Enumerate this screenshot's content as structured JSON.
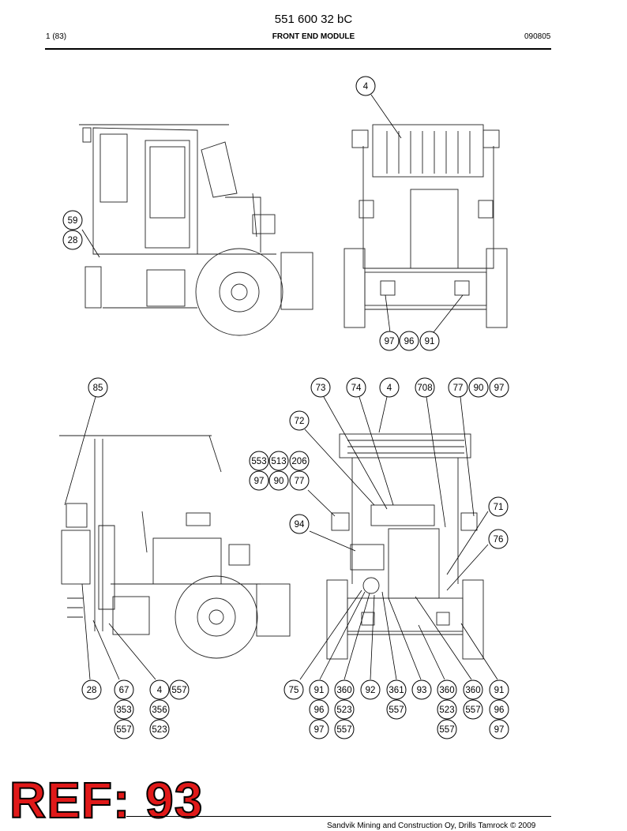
{
  "header": {
    "doc_number": "551 600 32 bC",
    "page_indicator": "1 (83)",
    "module_title": "FRONT END MODULE",
    "doc_date": "090805"
  },
  "callouts": {
    "c_4a": "4",
    "c_59": "59",
    "c_28a": "28",
    "c_97a": "97",
    "c_96a": "96",
    "c_91a": "91",
    "c_85": "85",
    "c_73": "73",
    "c_74": "74",
    "c_4b": "4",
    "c_708": "708",
    "c_77a": "77",
    "c_90a": "90",
    "c_97b": "97",
    "c_72": "72",
    "c_553": "553",
    "c_513": "513",
    "c_206": "206",
    "c_97c": "97",
    "c_90b": "90",
    "c_77b": "77",
    "c_71": "71",
    "c_94": "94",
    "c_76": "76",
    "c_28b": "28",
    "c_67": "67",
    "c_4c": "4",
    "c_557a": "557",
    "c_353": "353",
    "c_356": "356",
    "c_557b": "557",
    "c_523a": "523",
    "c_75": "75",
    "c_91b": "91",
    "c_360a": "360",
    "c_92": "92",
    "c_361": "361",
    "c_93": "93",
    "c_360b": "360",
    "c_360c": "360",
    "c_91c": "91",
    "c_96b": "96",
    "c_523b": "523",
    "c_557c": "557",
    "c_523c": "523",
    "c_557d": "557",
    "c_96c": "96",
    "c_97d": "97",
    "c_557e": "557",
    "c_557f": "557",
    "c_97e": "97"
  },
  "stamp": {
    "text": "REF: 93",
    "color": "#e01919"
  },
  "footer": {
    "text": "Sandvik Mining and Construction Oy, Drills Tamrock © 2009"
  }
}
